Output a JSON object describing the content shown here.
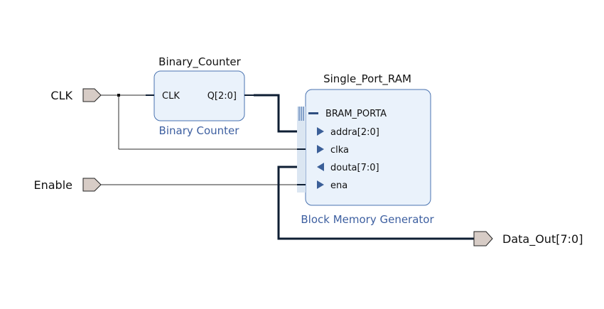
{
  "ports": {
    "clk": "CLK",
    "enable": "Enable",
    "data_out": "Data_Out[7:0]"
  },
  "binary_counter": {
    "instance_name": "Binary_Counter",
    "ip_name": "Binary Counter",
    "pin_clk": "CLK",
    "pin_q": "Q[2:0]"
  },
  "ram": {
    "instance_name": "Single_Port_RAM",
    "ip_name": "Block Memory Generator",
    "interface": "BRAM_PORTA",
    "pin_addra": "addra[2:0]",
    "pin_clka": "clka",
    "pin_douta": "douta[7:0]",
    "pin_ena": "ena"
  },
  "colors": {
    "block_fill": "#eaf2fb",
    "block_border": "#4a73b0",
    "ip_name_text": "#3d5fa0",
    "port_fill": "#d7ccc6",
    "bus_wire": "#0e1e33"
  }
}
